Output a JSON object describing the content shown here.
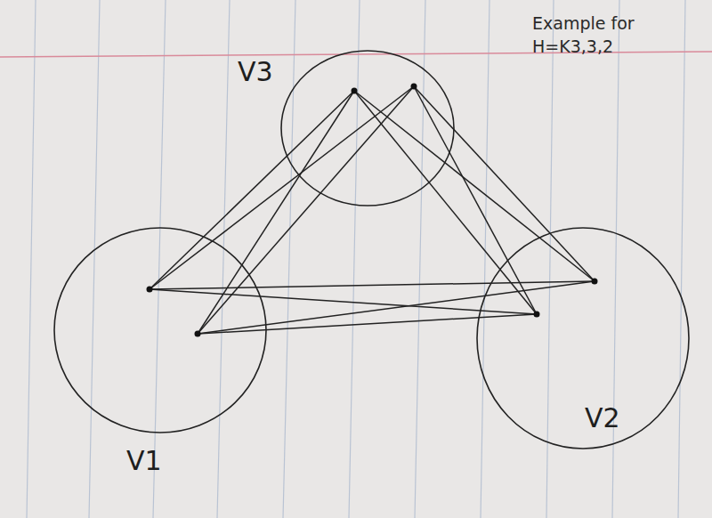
{
  "diagram": {
    "nodes": [
      {
        "text": [
          "V3"
        ]
      },
      {
        "text": [
          "V1"
        ]
      },
      {
        "text": [
          "V2"
        ]
      }
    ],
    "labels": [
      "Example for H=K3,3,2"
    ]
  }
}
